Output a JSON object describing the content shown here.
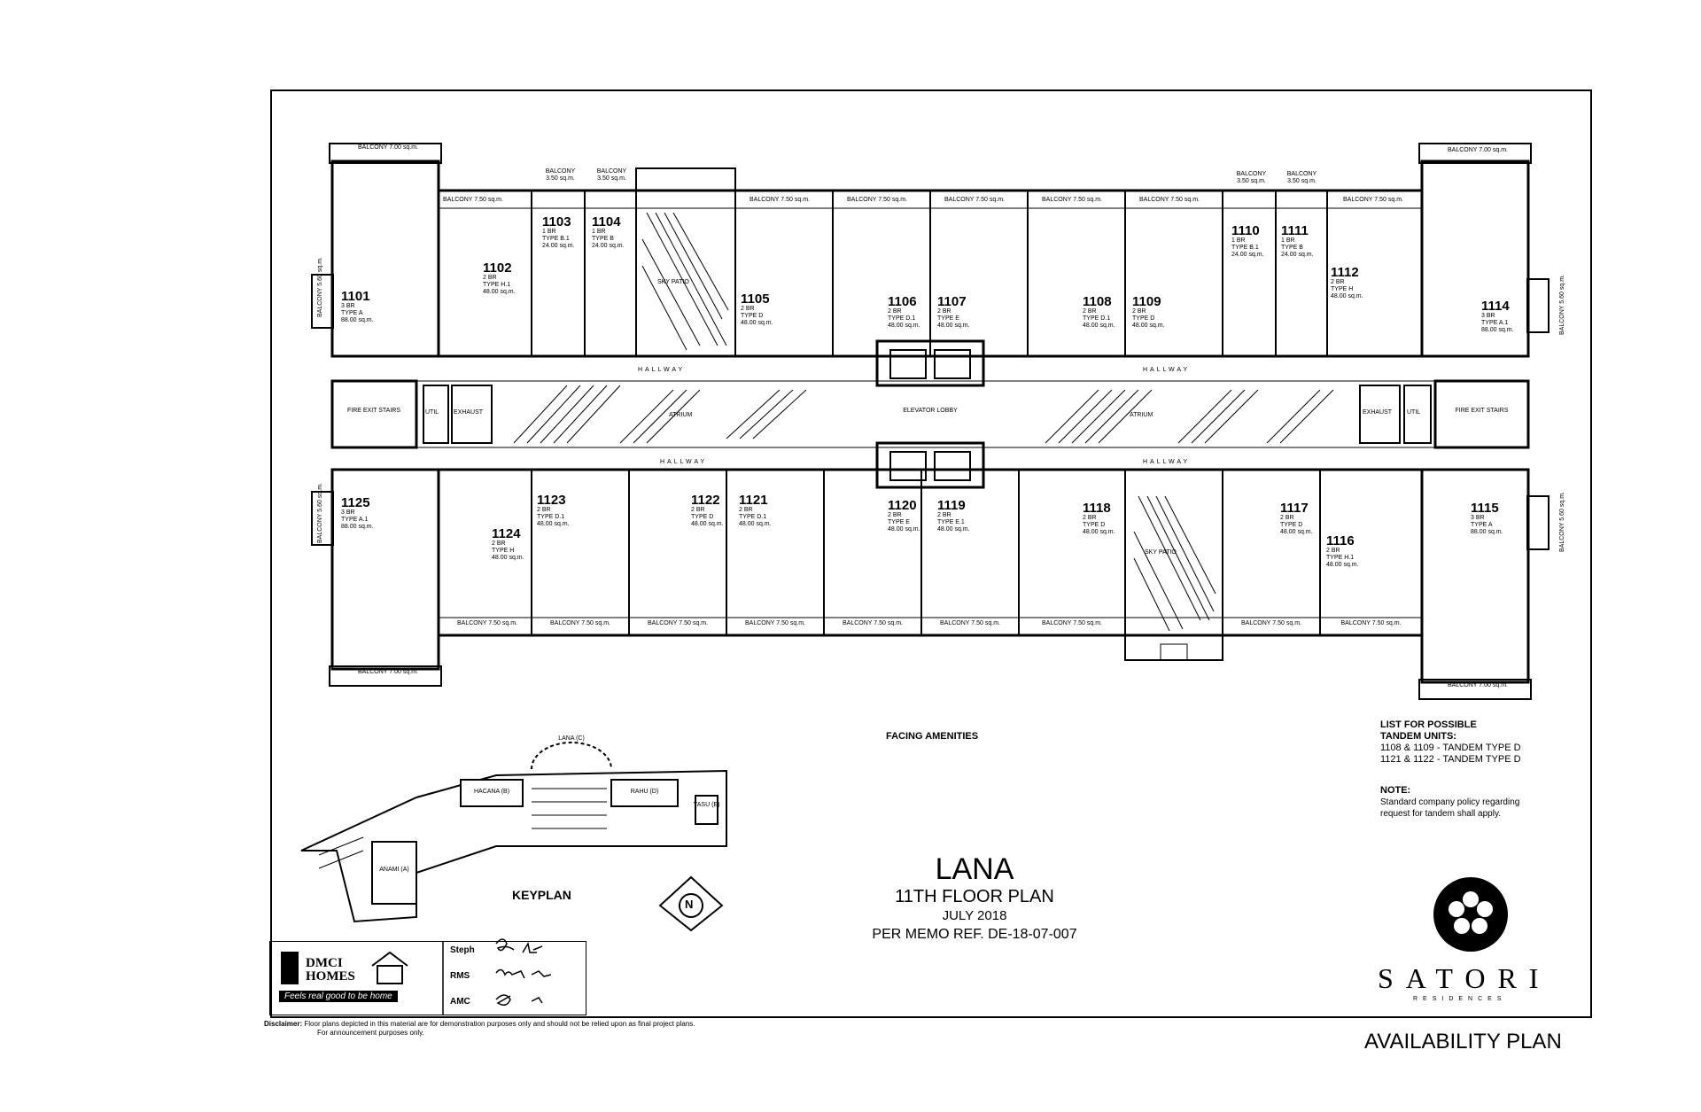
{
  "title": {
    "project": "LANA",
    "floor": "11TH FLOOR PLAN",
    "date": "JULY 2018",
    "memo": "PER MEMO REF. DE-18-07-007"
  },
  "labels": {
    "facing_amenities": "FACING AMENITIES",
    "keyplan": "KEYPLAN",
    "availability": "AVAILABILITY PLAN",
    "hallway": "HALLWAY",
    "elevator_lobby": "ELEVATOR LOBBY",
    "fire_exit": "FIRE EXIT STAIRS",
    "sky_patio": "SKY PATIO",
    "atrium": "ATRIUM",
    "utility": "UTIL",
    "exhaust": "EXHAUST",
    "north": "N"
  },
  "balconies": {
    "b700": "BALCONY 7.00 sq.m.",
    "b750": "BALCONY 7.50 sq.m.",
    "b350": "BALCONY 3.50 sq.m.",
    "b560": "BALCONY 5.60 sq.m.",
    "balcony": "BALCONY",
    "a700": "7.00 sq.m.",
    "a750": "7.50 sq.m.",
    "a350": "3.50 sq.m."
  },
  "units_top": [
    {
      "num": "1101",
      "l1": "3 BR",
      "l2": "TYPE A",
      "l3": "88.00 sq.m."
    },
    {
      "num": "1102",
      "l1": "2 BR",
      "l2": "TYPE H.1",
      "l3": "48.00 sq.m."
    },
    {
      "num": "1103",
      "l1": "1 BR",
      "l2": "TYPE B.1",
      "l3": "24.00 sq.m."
    },
    {
      "num": "1104",
      "l1": "1 BR",
      "l2": "TYPE B",
      "l3": "24.00 sq.m."
    },
    {
      "num": "1105",
      "l1": "2 BR",
      "l2": "TYPE D",
      "l3": "48.00 sq.m."
    },
    {
      "num": "1106",
      "l1": "2 BR",
      "l2": "TYPE D.1",
      "l3": "48.00 sq.m."
    },
    {
      "num": "1107",
      "l1": "2 BR",
      "l2": "TYPE E",
      "l3": "48.00 sq.m."
    },
    {
      "num": "1108",
      "l1": "2 BR",
      "l2": "TYPE D.1",
      "l3": "48.00 sq.m."
    },
    {
      "num": "1109",
      "l1": "2 BR",
      "l2": "TYPE D",
      "l3": "48.00 sq.m."
    },
    {
      "num": "1110",
      "l1": "1 BR",
      "l2": "TYPE B.1",
      "l3": "24.00 sq.m."
    },
    {
      "num": "1111",
      "l1": "1 BR",
      "l2": "TYPE B",
      "l3": "24.00 sq.m."
    },
    {
      "num": "1112",
      "l1": "2 BR",
      "l2": "TYPE H",
      "l3": "48.00 sq.m."
    },
    {
      "num": "1114",
      "l1": "3 BR",
      "l2": "TYPE A.1",
      "l3": "88.00 sq.m."
    }
  ],
  "units_bottom": [
    {
      "num": "1125",
      "l1": "3 BR",
      "l2": "TYPE A.1",
      "l3": "88.00 sq.m."
    },
    {
      "num": "1124",
      "l1": "2 BR",
      "l2": "TYPE H",
      "l3": "48.00 sq.m."
    },
    {
      "num": "1123",
      "l1": "2 BR",
      "l2": "TYPE D.1",
      "l3": "48.00 sq.m."
    },
    {
      "num": "1122",
      "l1": "2 BR",
      "l2": "TYPE D",
      "l3": "48.00 sq.m."
    },
    {
      "num": "1121",
      "l1": "2 BR",
      "l2": "TYPE D.1",
      "l3": "48.00 sq.m."
    },
    {
      "num": "1120",
      "l1": "2 BR",
      "l2": "TYPE E",
      "l3": "48.00 sq.m."
    },
    {
      "num": "1119",
      "l1": "2 BR",
      "l2": "TYPE E.1",
      "l3": "48.00 sq.m."
    },
    {
      "num": "1118",
      "l1": "2 BR",
      "l2": "TYPE D",
      "l3": "48.00 sq.m."
    },
    {
      "num": "1117",
      "l1": "2 BR",
      "l2": "TYPE D",
      "l3": "48.00 sq.m."
    },
    {
      "num": "1116",
      "l1": "2 BR",
      "l2": "TYPE H.1",
      "l3": "48.00 sq.m."
    },
    {
      "num": "1115",
      "l1": "3 BR",
      "l2": "TYPE A",
      "l3": "88.00 sq.m."
    }
  ],
  "keyplan_buildings": {
    "lana": "LANA (C)",
    "hacana": "HACANA (B)",
    "rahu": "RAHU (D)",
    "yasu": "YASU (E)",
    "anami": "ANAMI (A)"
  },
  "notes": {
    "tandem_title": "LIST FOR POSSIBLE TANDEM UNITS:",
    "tandem_1": "1108 & 1109 - TANDEM TYPE D",
    "tandem_2": "1121 & 1122 - TANDEM TYPE D",
    "note_title": "NOTE:",
    "note_1": "Standard company policy regarding",
    "note_2": "request for tandem shall apply."
  },
  "brand": {
    "dmci": "DMCI HOMES",
    "tagline": "Feels real good to be home",
    "satori": "SATORI",
    "residences": "RESIDENCES"
  },
  "signoff": [
    {
      "role": "Steph"
    },
    {
      "role": "RMS"
    },
    {
      "role": "AMC"
    }
  ],
  "disclaimer": {
    "label": "Disclaimer:",
    "line1": "Floor plans depicted in this material are for demonstration purposes only and should not be relied upon as final project plans.",
    "line2": "For announcement purposes only."
  }
}
